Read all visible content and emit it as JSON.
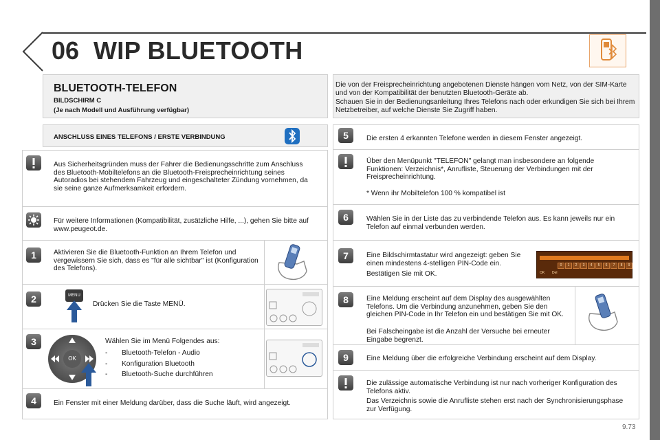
{
  "header": {
    "chapter": "06",
    "title": "WIP BLUETOOTH",
    "icon": "bluetooth-phone-icon",
    "page_number": "9.73"
  },
  "left": {
    "section_title": "BLUETOOTH-TELEFON",
    "subtitle": "BILDSCHIRM C",
    "subnote": "(Je nach Modell und Ausführung verfügbar)",
    "connect_heading": "ANSCHLUSS EINES TELEFONS / ERSTE VERBINDUNG",
    "warning_text": "Aus Sicherheitsgründen muss der Fahrer die Bedienungsschritte zum Anschluss des Bluetooth-Mobiltelefons an die Bluetooth-Freisprecheinrichtung seines Autoradios bei stehendem Fahrzeug und eingeschalteter Zündung vornehmen, da sie seine ganze Aufmerksamkeit erfordern.",
    "tip_text": "Für weitere Informationen (Kompatibilität, zusätzliche Hilfe, ...), gehen Sie bitte auf www.peugeot.de.",
    "step1_num": "1",
    "step1_text": "Aktivieren Sie die Bluetooth-Funktion an Ihrem Telefon und vergewissern Sie sich, dass es \"für alle sichtbar\" ist (Konfiguration des Telefons).",
    "step2_num": "2",
    "step2_text": "Drücken Sie die Taste MENÜ.",
    "menu_key_label": "MENU",
    "step3_num": "3",
    "step3_intro": "Wählen Sie im Menü Folgendes aus:",
    "step3_items": [
      "Bluetooth-Telefon - Audio",
      "Konfiguration Bluetooth",
      "Bluetooth-Suche durchführen"
    ],
    "ok_label": "OK",
    "step4_num": "4",
    "step4_text": "Ein Fenster mit einer Meldung darüber, dass die Suche läuft, wird angezeigt."
  },
  "right": {
    "intro_p1": "Die von der Freisprecheinrichtung angebotenen Dienste hängen vom Netz, von der SIM-Karte und von der Kompatibilität der benutzten Bluetooth-Geräte ab.",
    "intro_p2": "Schauen Sie in der Bedienungsanleitung Ihres Telefons nach oder erkundigen Sie sich bei Ihrem Netzbetreiber, auf welche Dienste Sie Zugriff haben.",
    "step5_num": "5",
    "step5_text": "Die ersten 4 erkannten Telefone werden in diesem Fenster angezeigt.",
    "warn2_text": "Über den Menüpunkt \"TELEFON\" gelangt man insbesondere an folgende Funktionen: Verzeichnis*, Anrufliste, Steuerung der Verbindungen mit der Freisprecheinrichtung.",
    "warn2_note": "* Wenn ihr Mobiltelefon 100 % kompatibel ist",
    "step6_num": "6",
    "step6_text": "Wählen Sie in der Liste das zu verbindende Telefon aus. Es kann jeweils nur ein Telefon auf einmal verbunden werden.",
    "step7_num": "7",
    "step7_text": "Eine Bildschirmtastatur wird angezeigt: geben Sie einen mindestens 4-stelligen PIN-Code ein.",
    "step7_confirm": "Bestätigen Sie mit OK.",
    "keypad_digits": [
      "0",
      "1",
      "2",
      "3",
      "4",
      "5",
      "6",
      "7",
      "8",
      "9"
    ],
    "keypad_ok": "OK",
    "keypad_del": "Del",
    "step8_num": "8",
    "step8_text": "Eine Meldung erscheint auf dem Display des ausgewählten Telefons. Um die Verbindung anzunehmen, geben Sie den gleichen PIN-Code in Ihr Telefon ein und bestätigen Sie mit OK.",
    "step8_note": "Bei Falscheingabe ist die Anzahl der Versuche bei erneuter Eingabe begrenzt.",
    "step9_num": "9",
    "step9_text": "Eine Meldung über die erfolgreiche Verbindung erscheint auf dem Display.",
    "final_p1": "Die zulässige automatische Verbindung ist nur nach vorheriger Konfiguration des Telefons aktiv.",
    "final_p2": "Das Verzeichnis sowie die Anrufliste stehen erst nach der Synchronisierungsphase zur Verfügung."
  },
  "colors": {
    "accent": "#e8a46a",
    "bluetooth": "#1f6fc0",
    "arrow": "#2b5a9a",
    "keypad_bg": "#5a2a0a",
    "keypad_bar": "#e07a1f"
  }
}
